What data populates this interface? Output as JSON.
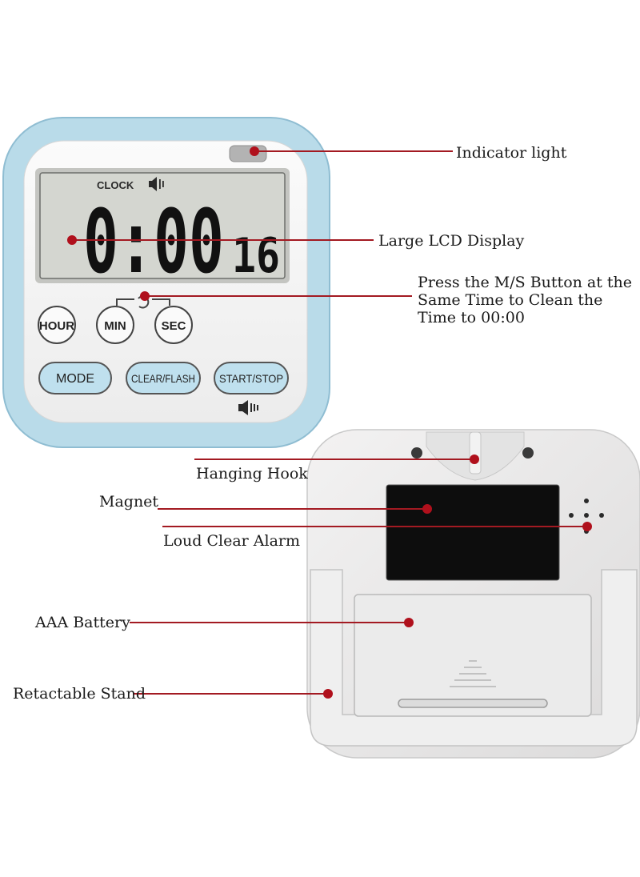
{
  "front": {
    "lcd": {
      "mode_text": "CLOCK",
      "time_main": "0:00",
      "time_seconds": "16"
    },
    "buttons": {
      "hour": "HOUR",
      "min": "MIN",
      "sec": "SEC",
      "mode": "MODE",
      "clear_flash": "CLEAR/FLASH",
      "start_stop": "START/STOP"
    }
  },
  "callouts": {
    "indicator_light": "Indicator light",
    "lcd_display": "Large LCD Display",
    "ms_button": "Press the M/S Button at the Same Time to Clean the Time to 00:00",
    "hanging_hook": "Hanging Hook",
    "magnet": "Magnet",
    "loud_alarm": "Loud Clear Alarm",
    "battery": "AAA Battery",
    "stand": "Retactable Stand"
  },
  "colors": {
    "frame_blue": "#b9dbe9",
    "button_blue": "#bfe0ee",
    "lcd_bg": "#d4d6d0",
    "leader_red": "#a31a22",
    "dot_red": "#b0101c"
  }
}
